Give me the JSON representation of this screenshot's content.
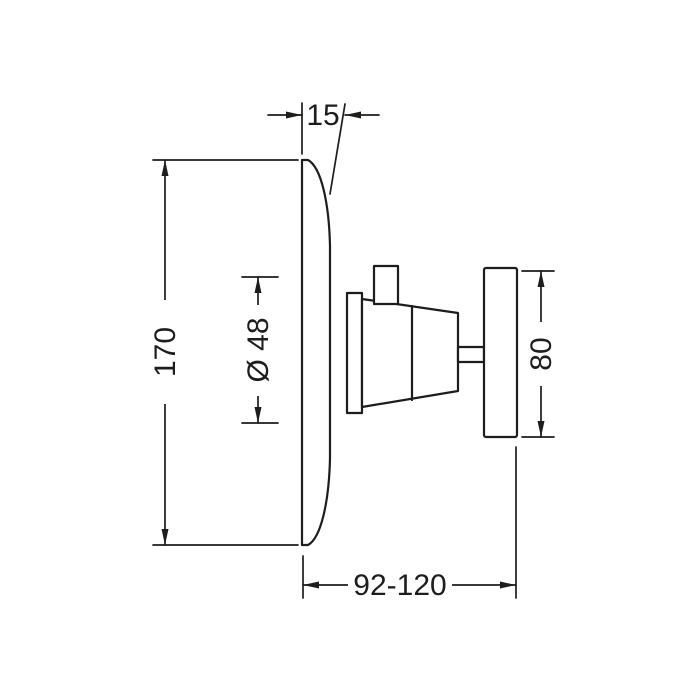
{
  "meta": {
    "background": "#ffffff",
    "line_color": "#1d1d1b",
    "drawing_type": "dimension-drawing"
  },
  "dimensions": {
    "plate_thickness": "15",
    "plate_height": "170",
    "diameter": "Ø 48",
    "handle_length": "80",
    "installation_depth": "92-120"
  }
}
